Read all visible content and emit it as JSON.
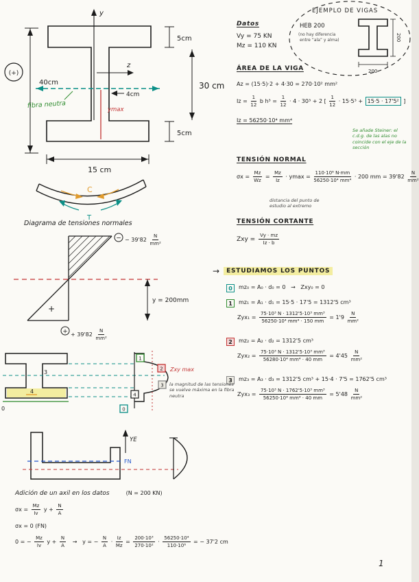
{
  "page": {
    "number": "1"
  },
  "colors": {
    "ink": "#1c1c1c",
    "teal": "#0b8f87",
    "green": "#2e8b2e",
    "red": "#c23232",
    "orange": "#e09b2d",
    "blue": "#2255cc",
    "highlight": "#f3eda0"
  },
  "beam_figure": {
    "plus_symbol": "(+)",
    "axis_y": "y",
    "axis_z": "z",
    "dim_40": "40cm",
    "dim_5_top": "5cm",
    "dim_30": "30 cm",
    "dim_5_bot": "5cm",
    "dim_15": "15 cm",
    "dim_4": "4cm",
    "fibra_neutra": "fibra neutra",
    "ymax_label": "ymax"
  },
  "ejemplo": {
    "title": "EJEMPLO DE VIGAS",
    "name": "HEB 200",
    "note1": "(no hay diferencia",
    "note2": "entre “ala” y alma)",
    "dim_v": "200",
    "dim_h": "200"
  },
  "datos": {
    "title": "Datos",
    "v_line": "Vy = 75 KN",
    "m_line": "Mz = 110 KN"
  },
  "area": {
    "title": "ÁREA DE LA VIGA",
    "a_line": "Az = (15·5)·2 + 4·30 = 270·10² mm²",
    "iz_formula": [
      {
        "t": "Iz = "
      },
      {
        "f": [
          "1",
          "12"
        ]
      },
      {
        "t": " b h³ = "
      },
      {
        "f": [
          "1",
          "12"
        ]
      },
      {
        "t": " · 4 · 30³ + 2 [ "
      },
      {
        "f": [
          "1",
          "12"
        ]
      },
      {
        "t": " · 15·5³ + "
      },
      {
        "t": "15·5 · 17'5²",
        "box": true
      },
      {
        "t": " ]"
      }
    ],
    "iz_result": "Iz = 56250·10⁴ mm⁴",
    "steiner_note": "Se añade Steiner: el c.d.g. de las alas no coincide con el eje de la sección"
  },
  "tension_normal": {
    "title": "TENSIÓN NORMAL",
    "formula": [
      {
        "t": "σx = "
      },
      {
        "f": [
          "Mz",
          "Wz"
        ]
      },
      {
        "t": " = "
      },
      {
        "f": [
          "Mz",
          "Iz"
        ]
      },
      {
        "t": " · ymax = "
      },
      {
        "f": [
          "110·10⁶ N·mm",
          "56250·10⁴ mm⁴"
        ]
      },
      {
        "t": " · 200 mm = 39'82 "
      },
      {
        "f": [
          "N",
          "mm²"
        ]
      }
    ],
    "note": "distancia del punto de estudio al extremo"
  },
  "tension_cortante": {
    "title": "TENSIÓN CORTANTE",
    "formula": [
      {
        "t": "Zxy = "
      },
      {
        "f": [
          "Vy · mz",
          "Iz · b"
        ]
      }
    ]
  },
  "curved": {
    "c_label": "C",
    "t_label": "T"
  },
  "diagrama": {
    "caption": "Diagrama de tensiones normales",
    "neg_label": [
      {
        "t": "− 39'82 "
      },
      {
        "f": [
          "N",
          "mm²"
        ]
      }
    ],
    "pos_label": [
      {
        "t": "+ 39'82 "
      },
      {
        "f": [
          "N",
          "mm²"
        ]
      }
    ],
    "minus_symbol": "−",
    "plus_symbol": "+",
    "plus_inner": "+",
    "y_dim": "y = 200mm"
  },
  "estudiamos": {
    "arrow": "→",
    "title": "ESTUDIAMOS LOS PUNTOS",
    "points": [
      {
        "num": "0",
        "line1": [
          {
            "t": "mz₀ = A₀ · d₀ = 0   →   Zxy₀ = 0"
          }
        ]
      },
      {
        "num": "1",
        "line1": [
          {
            "t": "mz₁ = A₁ · d₁ = 15·5 · 17'5 = 1312'5 cm³"
          }
        ],
        "line2": [
          {
            "t": "Zyx₁ = "
          },
          {
            "f": [
              "75·10³ N · 1312'5·10³ mm³",
              "56250·10⁴ mm⁴ · 150 mm"
            ]
          },
          {
            "t": " = 1'9 "
          },
          {
            "f": [
              "N",
              "mm²"
            ]
          }
        ]
      },
      {
        "num": "2",
        "line1": [
          {
            "t": "mz₂ = A₂ · d₂ = 1312'5 cm³"
          }
        ],
        "line2": [
          {
            "t": "Zyx₂ = "
          },
          {
            "f": [
              "75·10³ N · 1312'5·10³ mm³",
              "56280·10⁴ mm⁴ · 40 mm"
            ]
          },
          {
            "t": " = 4'45 "
          },
          {
            "f": [
              "N",
              "mm²"
            ]
          }
        ]
      },
      {
        "num": "3",
        "line1": [
          {
            "t": "mz₃ = A₃ · d₃ = 1312'5 cm³ + 15·4 · 7'5 = 1762'5 cm³"
          }
        ],
        "line2": [
          {
            "t": "Zyx₃ = "
          },
          {
            "f": [
              "75·10³ N · 1762'5·10³ mm³",
              "56250·10⁴ mm⁴ · 40 mm"
            ]
          },
          {
            "t": " = 5'48 "
          },
          {
            "f": [
              "N",
              "mm²"
            ]
          }
        ]
      }
    ]
  },
  "shear_figure": {
    "web_label_3": "3",
    "web_label_4": "4",
    "zero_label": "0",
    "p0": "0",
    "p1": "1",
    "p2": "2",
    "p3": "3",
    "p4": "4",
    "zxymax_label": "Zxy max",
    "note": "la magnitud de las tensiones se vuelve máxima en la fibra neutra"
  },
  "bottom_figure": {
    "ye_label": "YE",
    "fn_label": "FN"
  },
  "axil": {
    "intro": "Adición de un axil en los datos",
    "intro_n": "(N = 200 KN)",
    "f1": [
      {
        "t": "σx = "
      },
      {
        "f": [
          "Mz",
          "Iv"
        ]
      },
      {
        "t": " y + "
      },
      {
        "f": [
          "N",
          "A"
        ]
      }
    ],
    "f2": "σx = 0    (FN)",
    "f3": [
      {
        "t": "0 = − "
      },
      {
        "f": [
          "Mz",
          "Iv"
        ]
      },
      {
        "t": " y + "
      },
      {
        "f": [
          "N",
          "A"
        ]
      },
      {
        "t": "   →   y = − "
      },
      {
        "f": [
          "N",
          "A"
        ]
      },
      {
        "t": " · "
      },
      {
        "f": [
          "Iz",
          "Mz"
        ]
      },
      {
        "t": " = "
      },
      {
        "f": [
          "200·10³",
          "270·10²"
        ]
      },
      {
        "t": " · "
      },
      {
        "f": [
          "56250·10⁴",
          "110·10⁶"
        ]
      },
      {
        "t": " = − 37'2 cm"
      }
    ]
  }
}
